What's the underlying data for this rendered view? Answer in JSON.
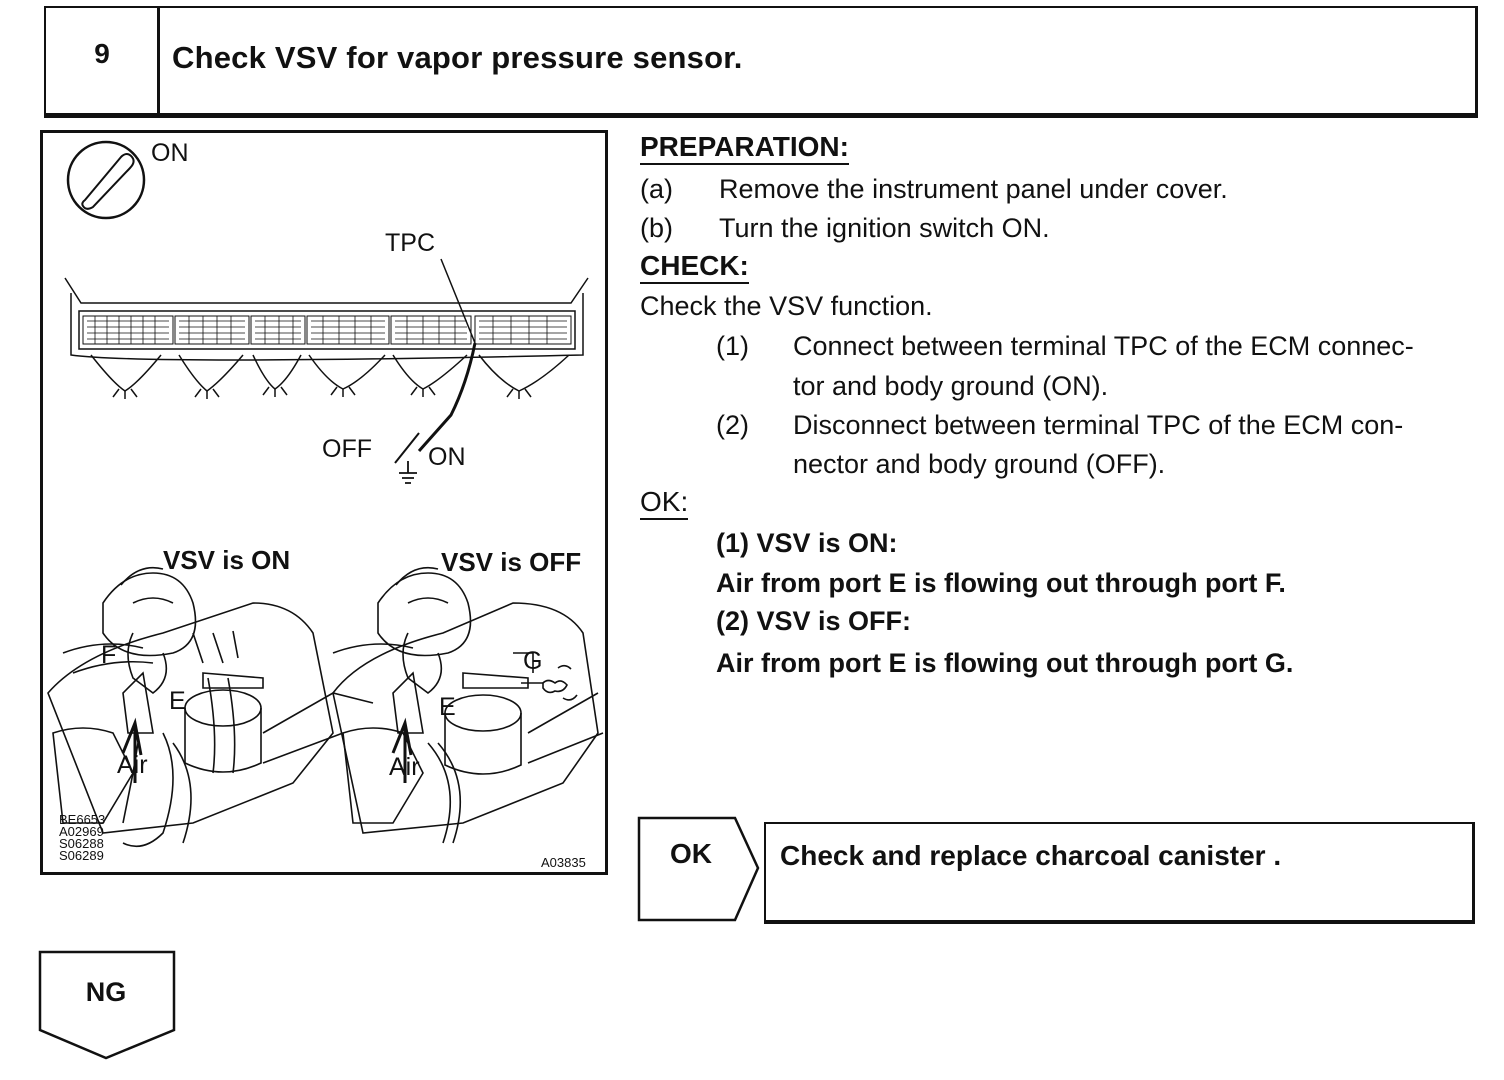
{
  "step": {
    "number": "9",
    "title": "Check VSV for vapor pressure sensor."
  },
  "figure": {
    "ignition_label": "ON",
    "terminal_label": "TPC",
    "switch_off_label": "OFF",
    "switch_on_label": "ON",
    "vsv_on_title": "VSV is ON",
    "vsv_off_title": "VSV is OFF",
    "port_f": "F",
    "port_e_left": "E",
    "port_e_right": "E",
    "port_g": "G",
    "air_left": "Air",
    "air_right": "Air",
    "ref_codes": [
      "BE6653",
      "A02969",
      "S06288",
      "S06289"
    ],
    "figure_id": "A03835"
  },
  "preparation": {
    "heading": "PREPARATION:",
    "items": [
      {
        "marker": "(a)",
        "text": "Remove the instrument panel under cover."
      },
      {
        "marker": "(b)",
        "text": "Turn the ignition switch ON."
      }
    ]
  },
  "check": {
    "heading": "CHECK:",
    "intro": "Check the VSV function.",
    "steps": [
      {
        "marker": "(1)",
        "lines": [
          "Connect between terminal TPC of the ECM connec-",
          "tor and body ground (ON)."
        ]
      },
      {
        "marker": "(2)",
        "lines": [
          "Disconnect between terminal TPC of the ECM con-",
          "nector and body ground (OFF)."
        ]
      }
    ]
  },
  "ok_spec": {
    "heading": "OK:",
    "lines": [
      "(1) VSV is ON:",
      "Air from port E is flowing out through port F.",
      "(2) VSV is OFF:",
      "Air from port E is flowing out through port G."
    ]
  },
  "result_ok": {
    "label": "OK",
    "text": "Check and replace charcoal canister ."
  },
  "result_ng": {
    "label": "NG"
  }
}
